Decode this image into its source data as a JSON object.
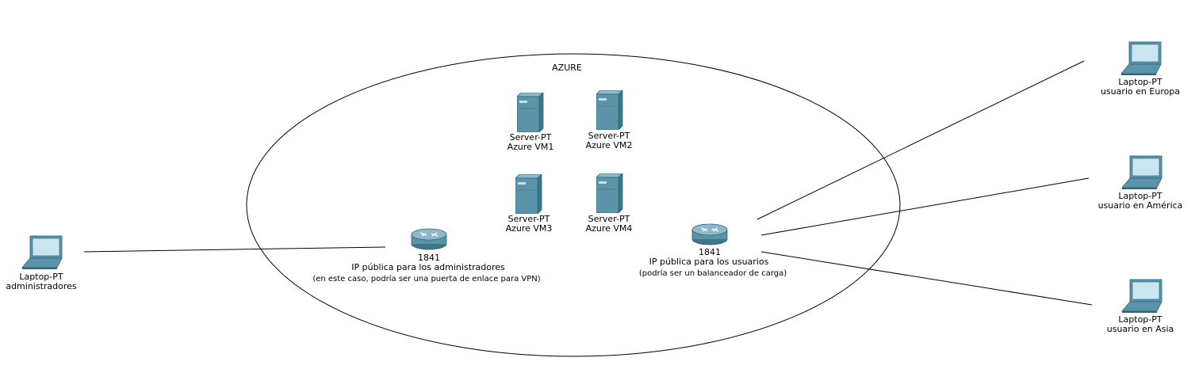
{
  "cloud": {
    "label": "AZURE"
  },
  "servers": [
    {
      "type": "Server-PT",
      "name": "Azure VM1"
    },
    {
      "type": "Server-PT",
      "name": "Azure VM2"
    },
    {
      "type": "Server-PT",
      "name": "Azure VM3"
    },
    {
      "type": "Server-PT",
      "name": "Azure VM4"
    }
  ],
  "routers": [
    {
      "model": "1841",
      "name": "IP pública para los administradores",
      "note": "(en este caso, podría ser una puerta de enlace para VPN)"
    },
    {
      "model": "1841",
      "name": "IP pública para los usuarios",
      "note": "(podría ser un balanceador de carga)"
    }
  ],
  "laptops": [
    {
      "type": "Laptop-PT",
      "name": "administradores"
    },
    {
      "type": "Laptop-PT",
      "name": "usuario en Europa"
    },
    {
      "type": "Laptop-PT",
      "name": "usuario en América"
    },
    {
      "type": "Laptop-PT",
      "name": "usuario en Asia"
    }
  ],
  "icons": {
    "server": "server-icon",
    "router": "router-icon",
    "laptop": "laptop-icon"
  },
  "colors": {
    "device_teal": "#5b93a8",
    "device_dark": "#2f6478",
    "line": "#000000"
  }
}
